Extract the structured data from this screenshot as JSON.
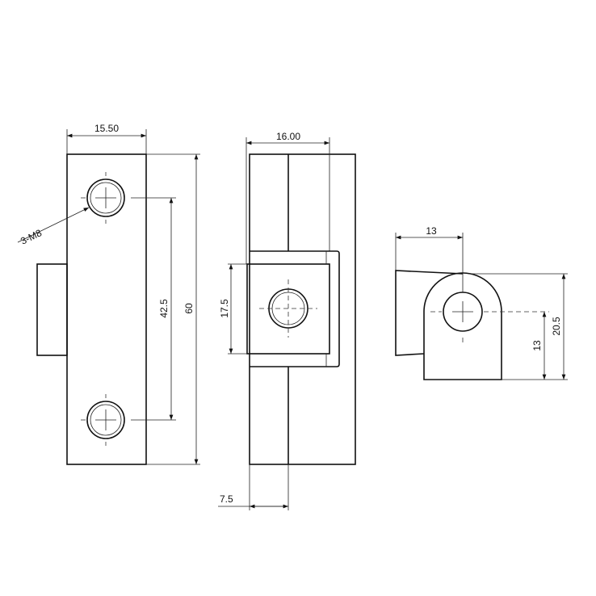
{
  "dimensions": {
    "left_width": "15.50",
    "thread_callout": "3-M8",
    "hole_spacing": "42.5",
    "overall_height": "60",
    "middle_width": "16.00",
    "block_height": "17.5",
    "offset": "7.5",
    "right_width": "13",
    "right_height": "20.5",
    "right_center_height": "13"
  },
  "colors": {
    "line": "#111111",
    "background": "#ffffff"
  }
}
